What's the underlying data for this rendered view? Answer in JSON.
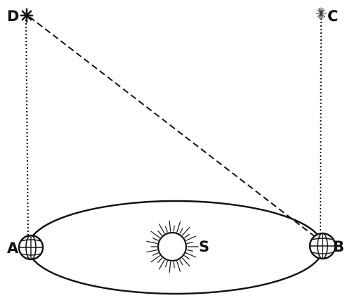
{
  "labels": {
    "star_d": "D",
    "star_c": "C",
    "earth_a": "A",
    "earth_b": "B",
    "sun": "S"
  }
}
